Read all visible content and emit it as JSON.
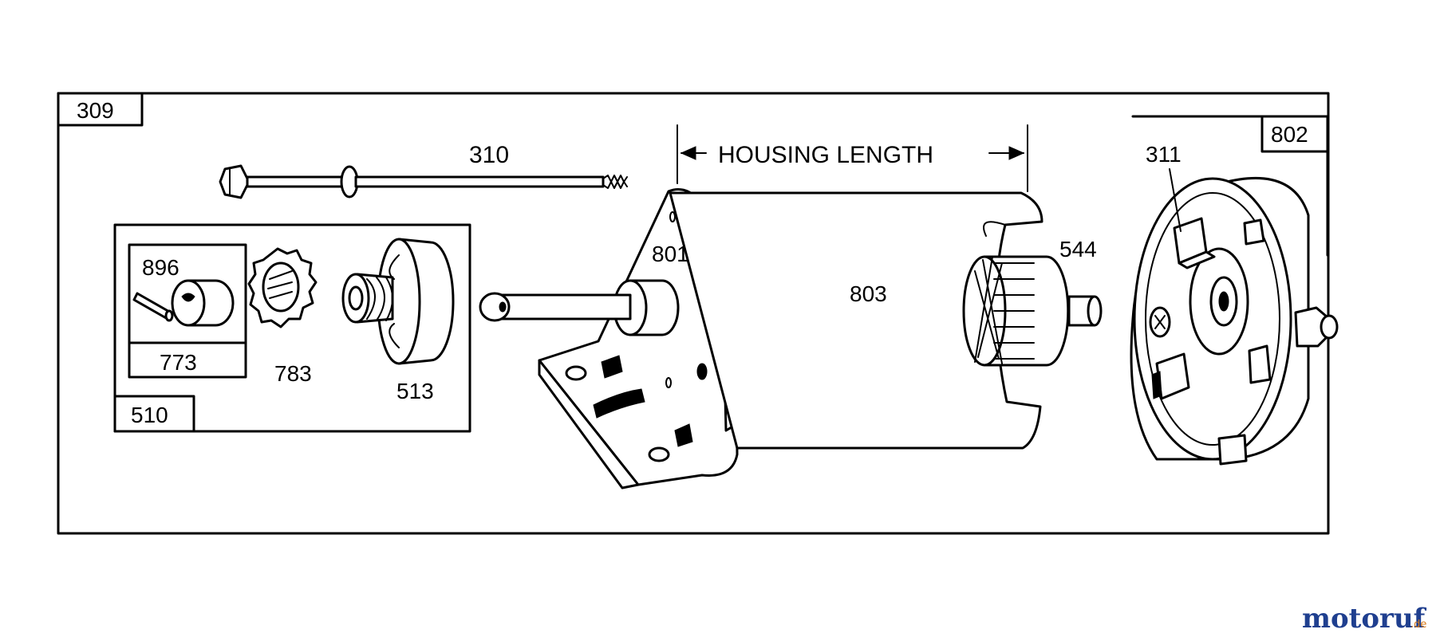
{
  "diagram": {
    "labels": {
      "l309": "309",
      "l310": "310",
      "housing_length": "HOUSING LENGTH",
      "l802": "802",
      "l311": "311",
      "l896": "896",
      "l773": "773",
      "l783": "783",
      "l513": "513",
      "l510": "510",
      "l801": "801",
      "l803": "803",
      "l544": "544"
    },
    "watermark": {
      "main": "motoruf",
      "suffix": ".de",
      "color_main": "#1f3f8f",
      "color_accent": "#d77a1a"
    }
  }
}
